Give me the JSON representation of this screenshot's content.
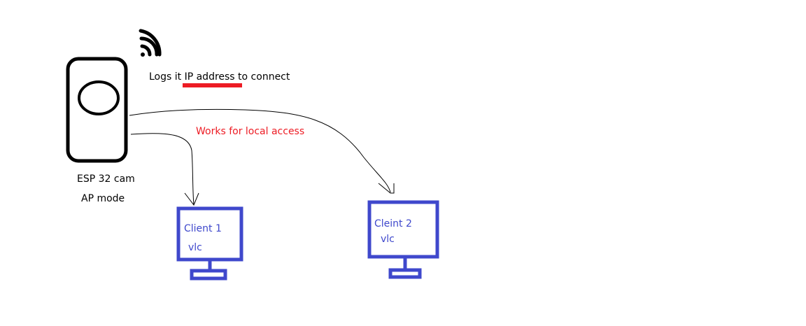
{
  "colors": {
    "device": "#000000",
    "client": "#3f48cc",
    "highlight": "#ed1c24"
  },
  "device": {
    "name": "ESP 32 cam",
    "mode": "AP mode",
    "icon": "wifi-icon"
  },
  "notes": {
    "log_text": "Logs it IP address to connect",
    "local_access": "Works for local access"
  },
  "clients": [
    {
      "name": "Client 1",
      "app": "vlc"
    },
    {
      "name": "Cleint 2",
      "app": "vlc"
    }
  ]
}
